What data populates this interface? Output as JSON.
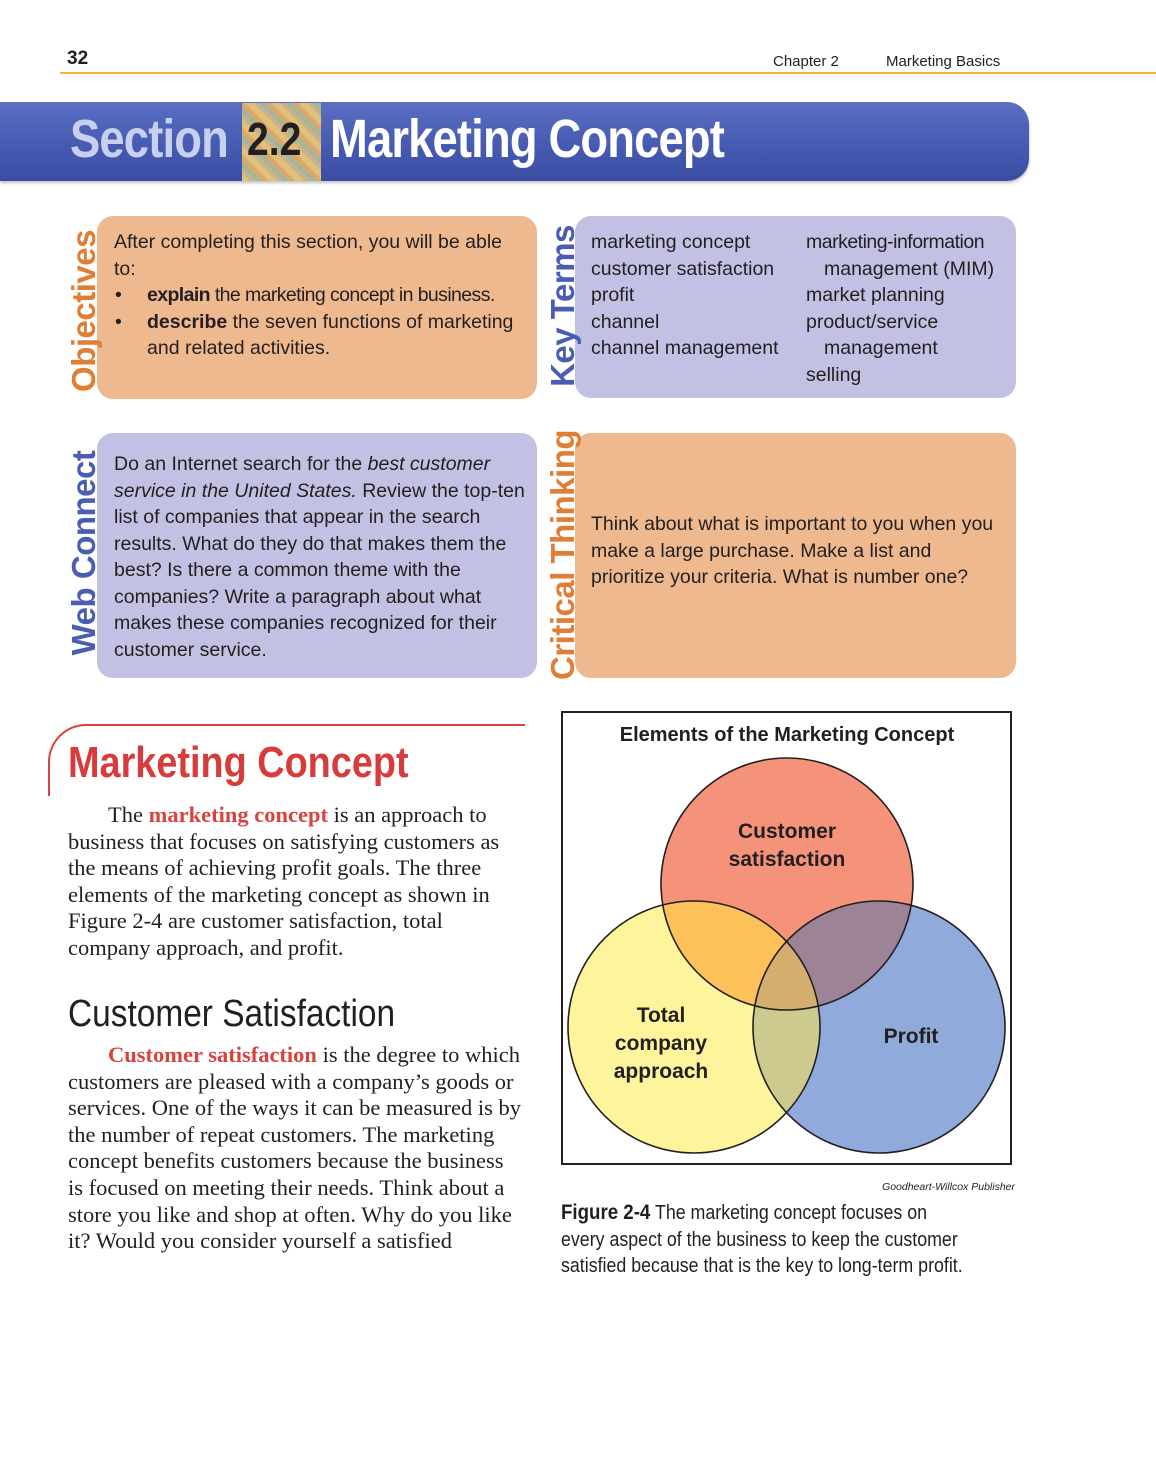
{
  "header": {
    "page_number": "32",
    "chapter": "Chapter 2",
    "chapter_title": "Marketing Basics"
  },
  "banner": {
    "section_word": "Section",
    "section_number": "2.2",
    "title": "Marketing Concept"
  },
  "objectives": {
    "label": "Objectives",
    "intro": "After completing this section, you will be able to:",
    "items": [
      {
        "verb": "explain",
        "rest": " the marketing concept in business."
      },
      {
        "verb": "describe",
        "rest": " the seven functions of marketing and related activities."
      }
    ]
  },
  "key_terms": {
    "label": "Key Terms",
    "col1": [
      "marketing concept",
      "customer satisfaction",
      "profit",
      "channel",
      "channel management"
    ],
    "col2": [
      "marketing-information",
      "management (MIM)",
      "market planning",
      "product/service",
      "management",
      "selling"
    ]
  },
  "web_connect": {
    "label": "Web Connect",
    "pre": "Do an Internet search for the ",
    "italic": "best customer service in the United States.",
    "post": " Review the top-ten list of companies that appear in the search results. What do they do that makes them the best? Is there a common theme with the companies? Write a paragraph about what makes these companies recognized for their customer service."
  },
  "critical_thinking": {
    "label": "Critical Thinking",
    "text": "Think about what is important to you when you make a large purchase. Make a list and prioritize your criteria. What is number one?"
  },
  "article": {
    "heading": "Marketing Concept",
    "p1_term": "marketing concept",
    "p1_pre": "The ",
    "p1_post": " is an approach to business that focuses on satisfying customers as the means of achieving profit goals. The three elements of the marketing concept as shown in Figure 2-4 are customer satisfaction, total company approach, and profit.",
    "subheading": "Customer Satisfaction",
    "p2_term": "Customer satisfaction",
    "p2_post": " is the degree to which customers are pleased with a company’s goods or services. One of the ways it can be measured is by the number of repeat customers. The marketing concept benefits customers because the business is focused on meeting their needs. Think about a store you like and shop at often. Why do you like it? Would you consider yourself a satisfied"
  },
  "figure": {
    "title": "Elements of the Marketing Concept",
    "circles": [
      {
        "line1": "Customer",
        "line2": "satisfaction",
        "line3": ""
      },
      {
        "line1": "Total",
        "line2": "company",
        "line3": "approach"
      },
      {
        "line1": "Profit",
        "line2": "",
        "line3": ""
      }
    ],
    "colors": {
      "customer": "#f4937a",
      "total": "#fdf49b",
      "profit": "#8faadb"
    },
    "credit": "Goodheart-Willcox Publisher",
    "caption_label": "Figure 2-4",
    "caption_text": " The marketing concept focuses on every aspect of the business to keep the customer satisfied because that is the key to long-term profit."
  }
}
